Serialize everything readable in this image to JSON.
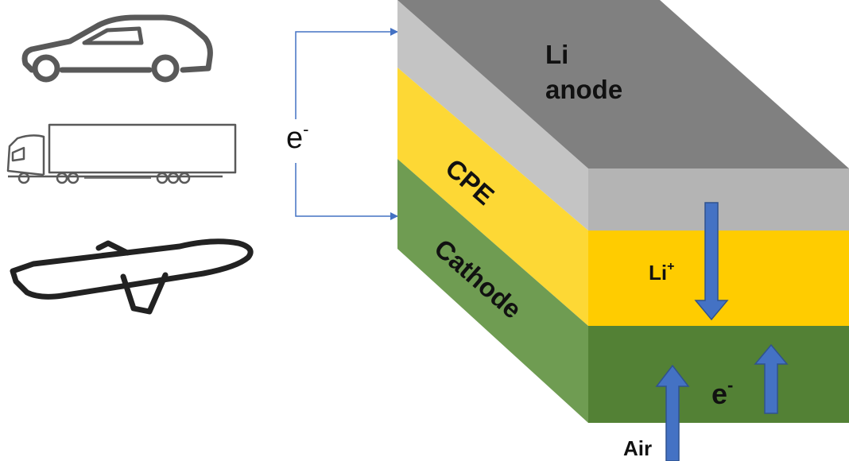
{
  "colors": {
    "anode_top": "#808080",
    "anode_front": "#b4b4b4",
    "anode_side": "#c4c4c4",
    "cpe_front": "#ffcc00",
    "cpe_side": "#fdd835",
    "cathode_front": "#538135",
    "cathode_side": "#6f9c52",
    "arrow": "#4472c4",
    "wire": "#4472c4",
    "icon_stroke": "#595959",
    "icon_stroke_dark": "#222222"
  },
  "icons": {
    "car": "car-icon",
    "truck": "truck-icon",
    "plane": "airplane-icon"
  },
  "labels": {
    "anode_line1": "Li",
    "anode_line2": "anode",
    "cpe": "CPE",
    "cathode": "Cathode",
    "li_ion": "Li",
    "li_ion_sup": "+",
    "electron_wire": "e",
    "electron_wire_sup": "-",
    "electron_cathode": "e",
    "electron_cathode_sup": "-",
    "air": "Air"
  }
}
